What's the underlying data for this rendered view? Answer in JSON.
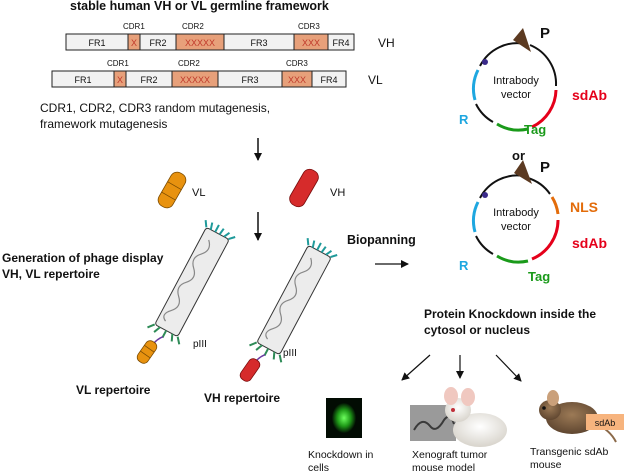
{
  "title": "stable human VH or VL germline framework",
  "vh_row": {
    "cdr_labels": [
      "CDR1",
      "CDR2",
      "CDR3"
    ],
    "segments": [
      "FR1",
      "X",
      "FR2",
      "XXXXX",
      "FR3",
      "XXX",
      "FR4"
    ],
    "chain": "VH"
  },
  "vl_row": {
    "cdr_labels": [
      "CDR1",
      "CDR2",
      "CDR3"
    ],
    "segments": [
      "FR1",
      "X",
      "FR2",
      "XXXXX",
      "FR3",
      "XXX",
      "FR4"
    ],
    "chain": "VL"
  },
  "mutagenesis_text": [
    "CDR1, CDR2, CDR3 random mutagenesis,",
    "framework mutagenesis"
  ],
  "vl_label": "VL",
  "vh_label": "VH",
  "phage_text": [
    "Generation of phage display",
    "VH, VL repertoire"
  ],
  "piii_label": "pIII",
  "vl_repertoire": "VL repertoire",
  "vh_repertoire": "VH repertoire",
  "biopanning": "Biopanning",
  "vector1": {
    "promoter": "P",
    "name": [
      "Intrabody",
      "vector"
    ],
    "sdab": "sdAb",
    "tag": "Tag",
    "r": "R"
  },
  "or_text": "or",
  "vector2": {
    "promoter": "P",
    "name": [
      "Intrabody",
      "vector"
    ],
    "nls": "NLS",
    "sdab": "sdAb",
    "tag": "Tag",
    "r": "R"
  },
  "knockdown_text": [
    "Protein Knockdown inside the",
    "cytosol or nucleus"
  ],
  "outcomes": {
    "cells": [
      "Knockdown in",
      "cells"
    ],
    "xenograft": [
      "Xenograft tumor",
      "mouse model"
    ],
    "transgenic": [
      "Transgenic sdAb",
      "mouse"
    ],
    "mouse_tag": "sdAb"
  },
  "colors": {
    "cdr_fill": "#e7a07a",
    "cdr_text": "#c0392b",
    "sdab": "#e5001a",
    "tag": "#1a9a1a",
    "nls": "#e36c0a",
    "r": "#1ea7e0",
    "vl_domain": "#e8920f",
    "vh_domain": "#d62b2b"
  }
}
